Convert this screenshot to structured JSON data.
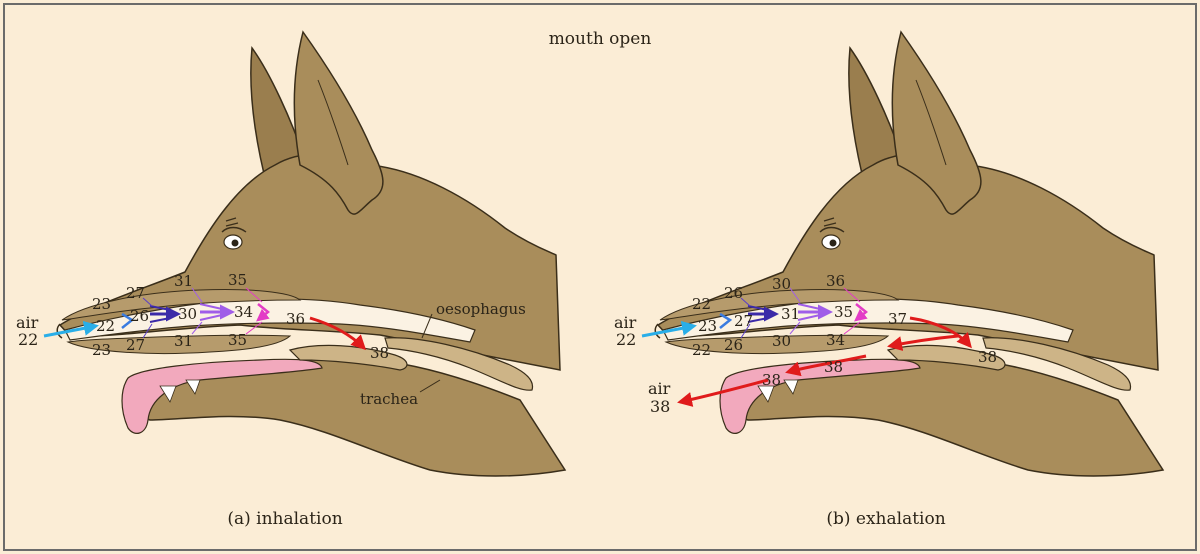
{
  "title": "mouth open",
  "air_label": "air",
  "colors": {
    "background": "#fbedd6",
    "dog": "#a98d5b",
    "dog_dark": "#8f7447",
    "passage": "#fbf2e3",
    "tongue": "#f2a9bd",
    "arrow_cyan": "#29aee8",
    "arrow_blue": "#3a7be0",
    "arrow_indigo": "#3b2aa8",
    "arrow_violet": "#a05de8",
    "arrow_magenta": "#e33cc6",
    "arrow_red": "#e01b1b",
    "outline": "#3a2e1a"
  },
  "panels": [
    {
      "caption": "(a) inhalation",
      "labels": {
        "air_in_num": "22",
        "n22_inner": "22",
        "n23_top": "23",
        "n23_bottom": "23",
        "n26": "26",
        "n27_top": "27",
        "n27_bottom": "27",
        "n30": "30",
        "n31_top": "31",
        "n31_bottom": "31",
        "n34": "34",
        "n35_top": "35",
        "n35_bottom": "35",
        "n36": "36",
        "n38": "38",
        "oesophagus": "oesophagus",
        "trachea": "trachea"
      }
    },
    {
      "caption": "(b) exhalation",
      "labels": {
        "air_in_num": "22",
        "n22_top": "22",
        "n22_bottom": "22",
        "n23": "23",
        "n26_top": "26",
        "n26_bottom": "26",
        "n27": "27",
        "n30_top": "30",
        "n30_bottom": "30",
        "n31": "31",
        "n34": "34",
        "n35": "35",
        "n36": "36",
        "n37": "37",
        "n38_right": "38",
        "n38_mid": "38",
        "n38_left": "38",
        "air_out_num": "38"
      }
    }
  ]
}
